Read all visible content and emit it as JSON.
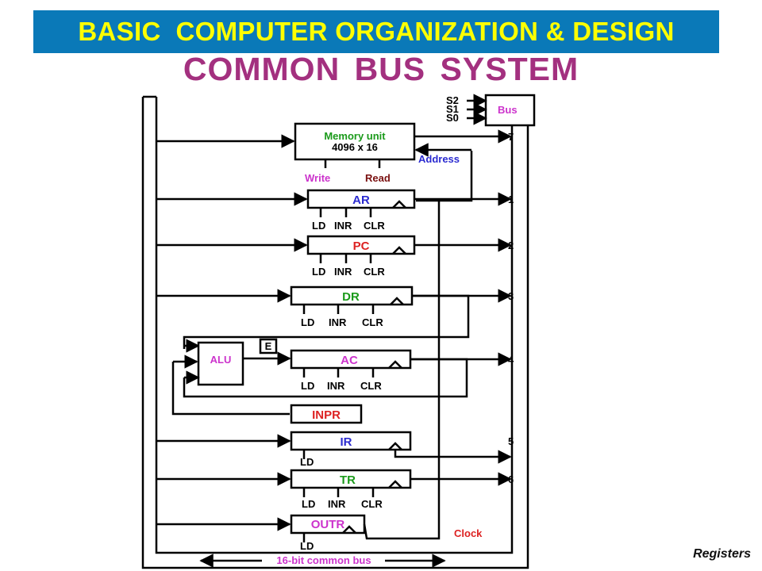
{
  "header": {
    "title": "BASIC  COMPUTER ORGANIZATION & DESIGN"
  },
  "subtitle": "COMMON  BUS  SYSTEM",
  "corner_label": "Registers",
  "colors": {
    "header_bg": "#0a79b8",
    "header_text": "#ffff00",
    "subtitle": "#a3307f",
    "green": "#1a9a1a",
    "magenta": "#cc33cc",
    "red": "#dd2222",
    "blue": "#2b2bd0",
    "line": "#000000"
  },
  "diagram": {
    "selects": [
      "S2",
      "S1",
      "S0"
    ],
    "bus_box": "Bus",
    "memory": {
      "name": "Memory unit",
      "size": "4096 x 16",
      "write": "Write",
      "read": "Read",
      "address": "Address"
    },
    "registers": {
      "ar": "AR",
      "pc": "PC",
      "dr": "DR",
      "ac": "AC",
      "inpr": "INPR",
      "ir": "IR",
      "tr": "TR",
      "outr": "OUTR"
    },
    "alu": "ALU",
    "e_flag": "E",
    "controls": {
      "ld": "LD",
      "inr": "INR",
      "clr": "CLR"
    },
    "bus_numbers": [
      "7",
      "1",
      "2",
      "3",
      "4",
      "5",
      "6"
    ],
    "clock": "Clock",
    "bus_caption": "16-bit common bus"
  }
}
